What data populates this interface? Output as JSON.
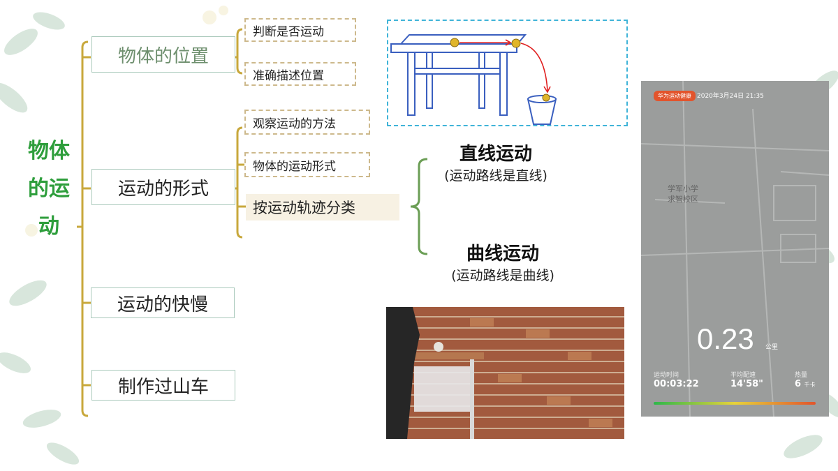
{
  "root": {
    "label": "物体的运动"
  },
  "branches": [
    {
      "label": "物体的位置"
    },
    {
      "label": "运动的形式"
    },
    {
      "label": "运动的快慢"
    },
    {
      "label": "制作过山车"
    }
  ],
  "position_children": [
    "判断是否运动",
    "准确描述位置"
  ],
  "form_children": [
    "观察运动的方法",
    "物体的运动形式",
    "按运动轨迹分类"
  ],
  "trajectory": {
    "straight": {
      "title": "直线运动",
      "desc": "(运动路线是直线)"
    },
    "curve": {
      "title": "曲线运动",
      "desc": "(运动路线是曲线)"
    }
  },
  "phone": {
    "badge": "华为运动健康",
    "datetime": "2020年3月24日 21:35",
    "map_label_1": "学军小学",
    "map_label_2": "求智校区",
    "distance": "0.23",
    "distance_unit": "公里",
    "stats": [
      {
        "label": "运动时间",
        "value": "00:03:22"
      },
      {
        "label": "平均配速",
        "value": "14'58\""
      },
      {
        "label": "热量",
        "value": "6",
        "unit": "千卡"
      }
    ]
  },
  "colors": {
    "root_text": "#2e9e3c",
    "bracket": "#c8a83c",
    "trajectory_brace": "#6b9e55",
    "dashed_panel": "#40b4d8",
    "table": "#3a5fbf",
    "path_arrow": "#e02020"
  }
}
